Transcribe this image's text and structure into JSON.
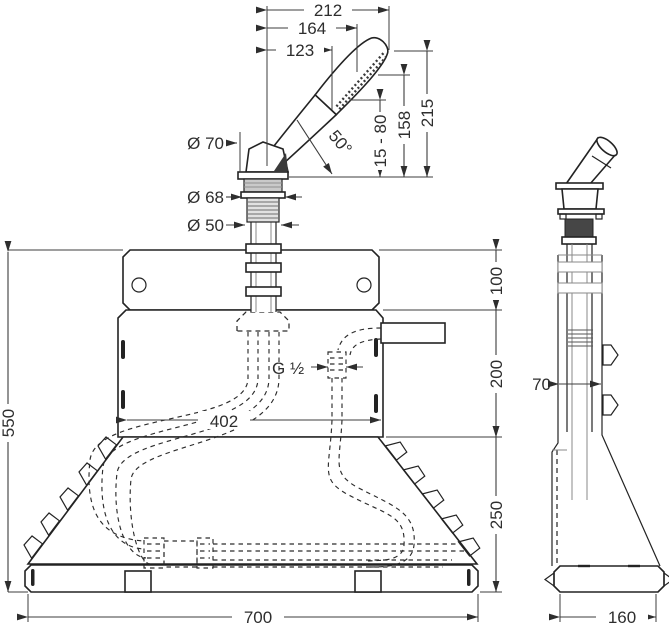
{
  "dimensions": {
    "reach_overall": "212",
    "reach_mid": "164",
    "reach_inner": "123",
    "height_adjust_range": "15 - 80",
    "height_spray": "158",
    "height_overall": "215",
    "handle_angle": "50°",
    "dia_escutcheon": "Ø 70",
    "dia_ring": "Ø 68",
    "dia_shaft": "Ø 50",
    "segment_top": "100",
    "segment_mid": "200",
    "segment_bottom": "250",
    "height_total": "550",
    "hose_clearance": "402",
    "thread_size": "G ½",
    "width_total": "700",
    "side_body_width": "70",
    "side_base_depth": "160"
  }
}
